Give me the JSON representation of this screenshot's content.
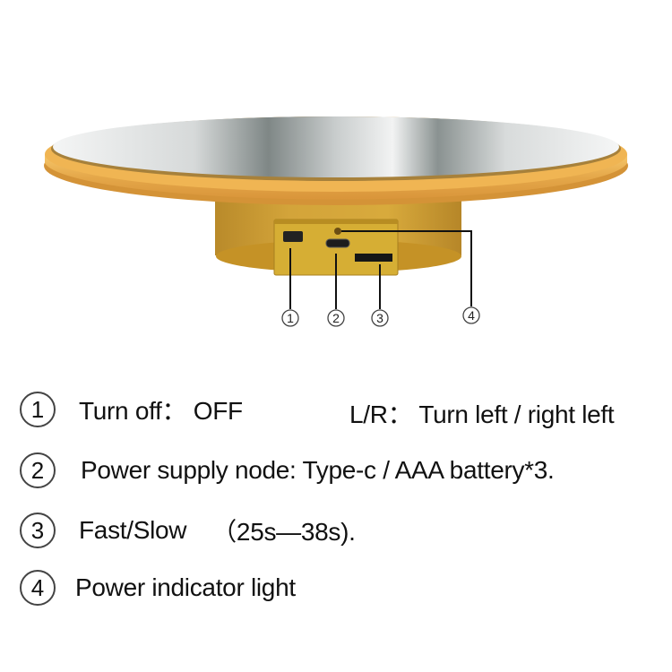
{
  "product": {
    "name": "rotating display turntable",
    "colors": {
      "rim": "#e9a945",
      "base": "#c89a2a",
      "panel": "#d4a92e",
      "mirror": "#cfd3d3",
      "leader_line": "#111111"
    },
    "callouts": [
      {
        "number": "1",
        "target": "switch"
      },
      {
        "number": "2",
        "target": "type-c-port"
      },
      {
        "number": "3",
        "target": "speed-slot"
      },
      {
        "number": "4",
        "target": "indicator-light"
      }
    ]
  },
  "legend": [
    {
      "number": "1",
      "text": "Turn off： OFF",
      "extra": "L/R： Turn left / right left"
    },
    {
      "number": "2",
      "text": "Power supply node: Type-c / AAA battery*3."
    },
    {
      "number": "3",
      "text": "Fast/Slow",
      "extra": "（25s—38s)."
    },
    {
      "number": "4",
      "text": "Power indicator light"
    }
  ]
}
